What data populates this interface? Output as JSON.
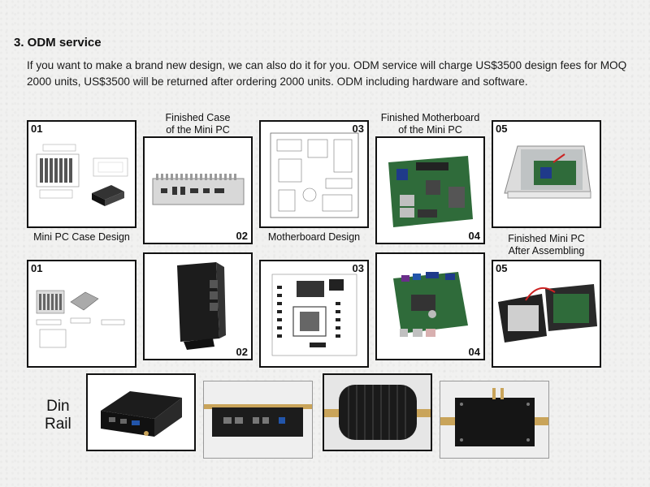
{
  "section": {
    "heading": "3. ODM service",
    "paragraph": "If you want to make a brand new design, we can also do it for you. ODM service will charge US$3500 design fees for MOQ 2000 units, US$3500 will be returned after ordering 2000 units. ODM including hardware and software."
  },
  "row1": {
    "box1": {
      "num": "01",
      "caption": "Mini PC Case Design"
    },
    "box2": {
      "num": "02",
      "caption_line1": "Finished Case",
      "caption_line2": "of the Mini PC"
    },
    "box3": {
      "num": "03",
      "caption": "Motherboard Design"
    },
    "box4": {
      "num": "04",
      "caption_line1": "Finished Motherboard",
      "caption_line2": "of the Mini PC"
    },
    "box5": {
      "num": "05",
      "caption_line1": "Finished Mini PC",
      "caption_line2": "After Assembling"
    }
  },
  "row2": {
    "box1": {
      "num": "01"
    },
    "box2": {
      "num": "02"
    },
    "box3": {
      "num": "03"
    },
    "box4": {
      "num": "04"
    },
    "box5": {
      "num": "05"
    }
  },
  "din_rail": {
    "line1": "Din",
    "line2": "Rail"
  },
  "colors": {
    "pcb_green": "#2f6b3a",
    "case_black": "#1c1c1c",
    "rail_gold": "#c9a45a"
  }
}
